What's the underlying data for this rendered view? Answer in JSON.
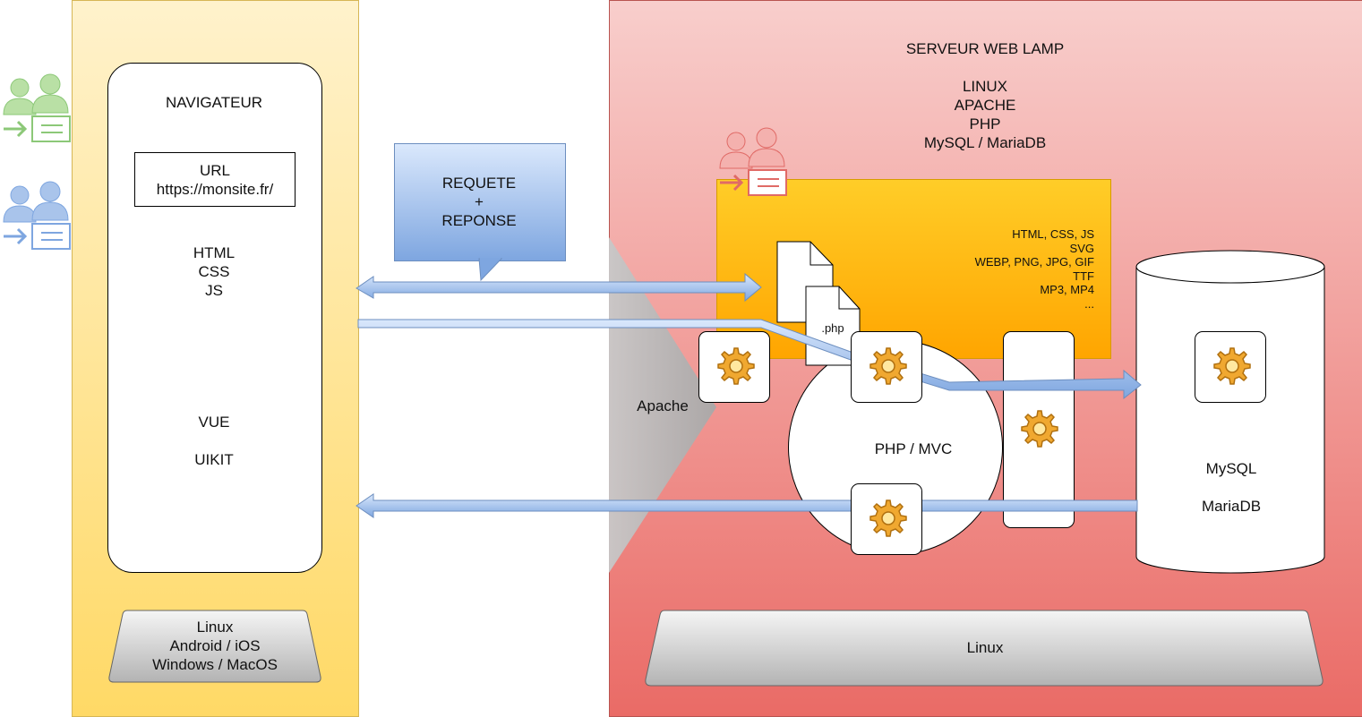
{
  "client": {
    "browser_title": "NAVIGATEUR",
    "url_label": "URL",
    "url_value": "https://monsite.fr/",
    "tech": [
      "HTML",
      "CSS",
      "JS"
    ],
    "frameworks": [
      "VUE",
      "UIKIT"
    ],
    "os": [
      "Linux",
      "Android / iOS",
      "Windows / MacOS"
    ]
  },
  "callout": {
    "lines": [
      "REQUETE",
      "+",
      "REPONSE"
    ]
  },
  "server": {
    "title": "SERVEUR WEB LAMP",
    "stack": [
      "LINUX",
      "APACHE",
      "PHP",
      "MySQL / MariaDB"
    ],
    "static_files": [
      "HTML, CSS, JS",
      "SVG",
      "WEBP, PNG, JPG, GIF",
      "TTF",
      "MP3, MP4",
      "..."
    ],
    "php_file": ".php",
    "apache_label": "Apache",
    "mvc_label": "PHP / MVC",
    "db_labels": [
      "MySQL",
      "MariaDB"
    ],
    "os_label": "Linux"
  },
  "colors": {
    "client_fill": "#ffd966",
    "server_fill": "#ea6b66",
    "arrow": "#7ea6e0",
    "users_green": "#d5e8d4",
    "users_blue": "#dae8fc",
    "users_red": "#f8cecc",
    "gear": "#f0a830"
  },
  "icons": [
    "users-icon",
    "gear-icon",
    "file-icon",
    "database-icon"
  ]
}
